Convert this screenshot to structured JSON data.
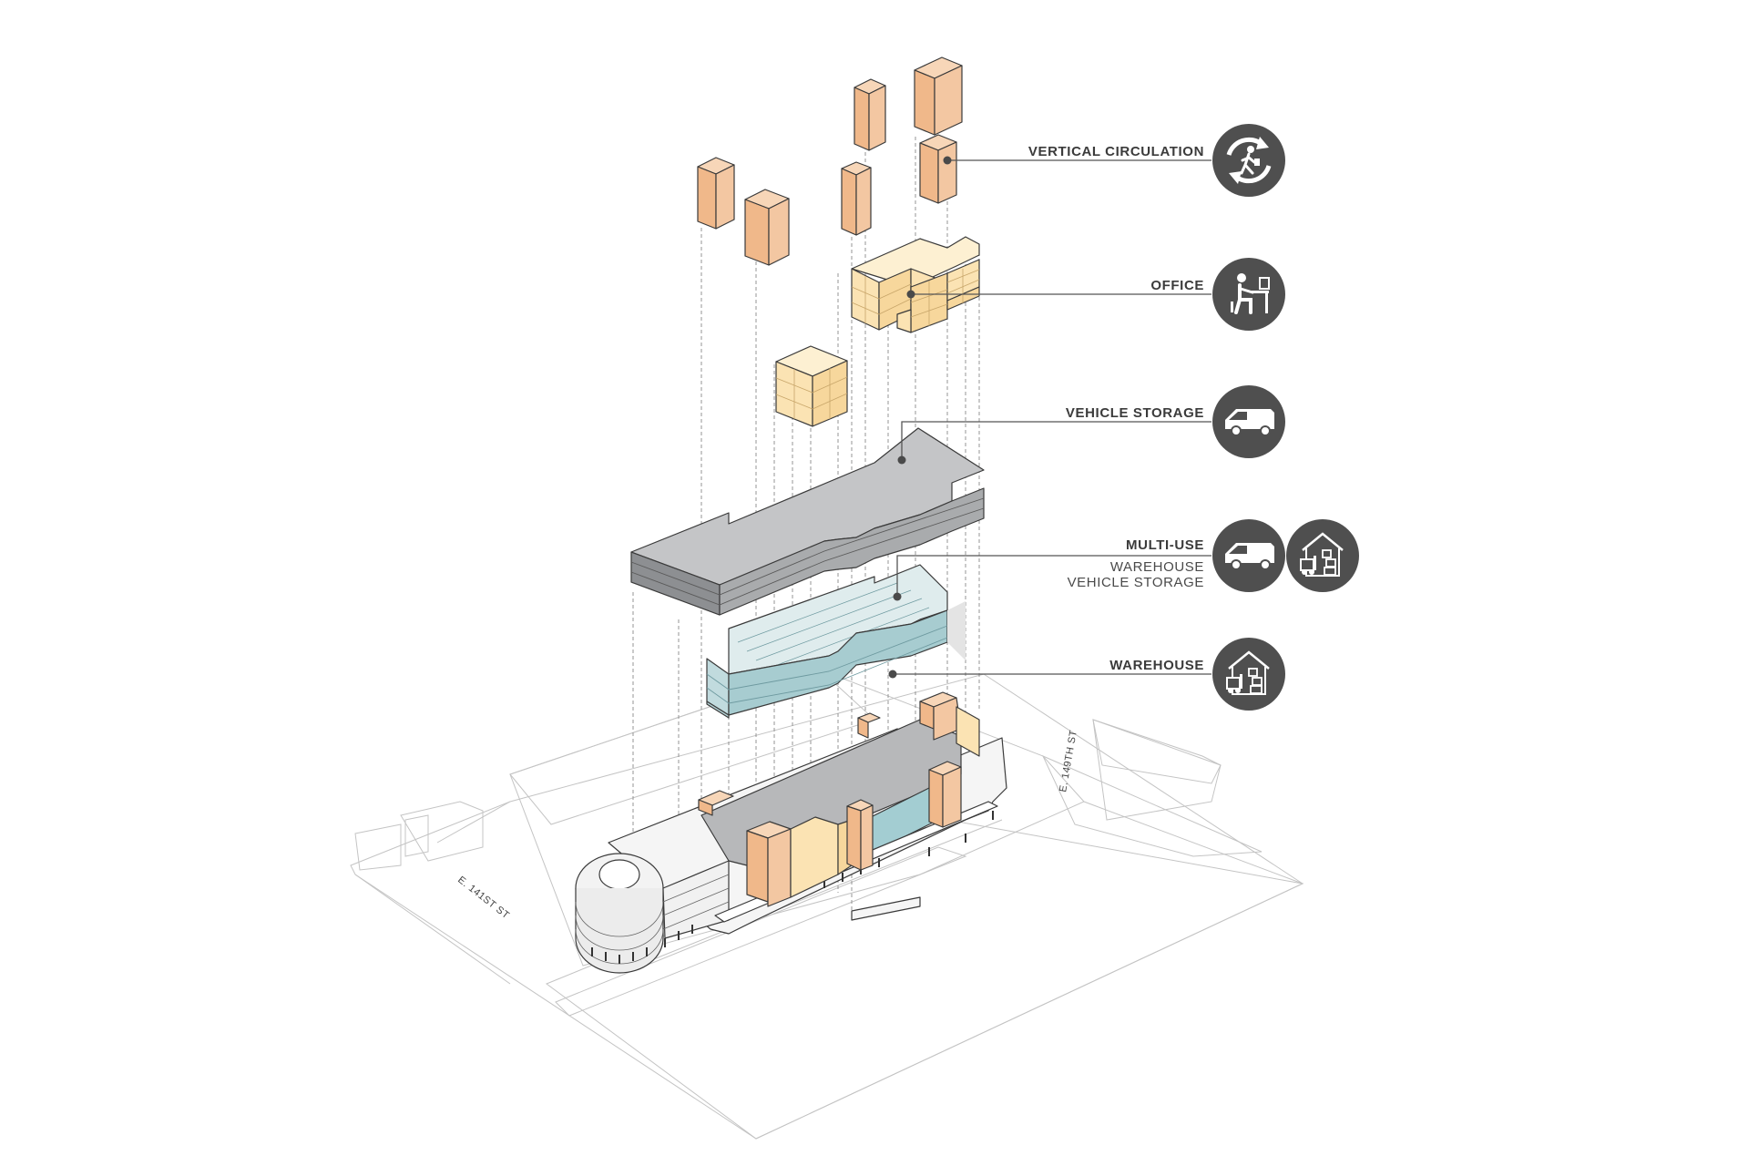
{
  "legend": {
    "vertical_circulation": {
      "label": "VERTICAL CIRCULATION",
      "icon": "walking-person-cycle-icon"
    },
    "office": {
      "label": "OFFICE",
      "icon": "person-at-desk-icon"
    },
    "vehicle_storage": {
      "label": "VEHICLE STORAGE",
      "icon": "van-icon"
    },
    "multi_use": {
      "label": "MULTI-USE",
      "sub1": "WAREHOUSE",
      "sub2": "VEHICLE STORAGE",
      "icons": [
        "van-icon",
        "warehouse-forklift-icon"
      ]
    },
    "warehouse": {
      "label": "WAREHOUSE",
      "icon": "warehouse-forklift-icon"
    }
  },
  "streets": {
    "left": "E. 141ST ST",
    "right": "E. 149TH ST"
  },
  "colors": {
    "circulation": "#f3c7a2",
    "office": "#fbe3b3",
    "vehicle_storage": "#a9abad",
    "multi_use": "#a7ccd0",
    "icon_circle": "#4f4f4f"
  }
}
